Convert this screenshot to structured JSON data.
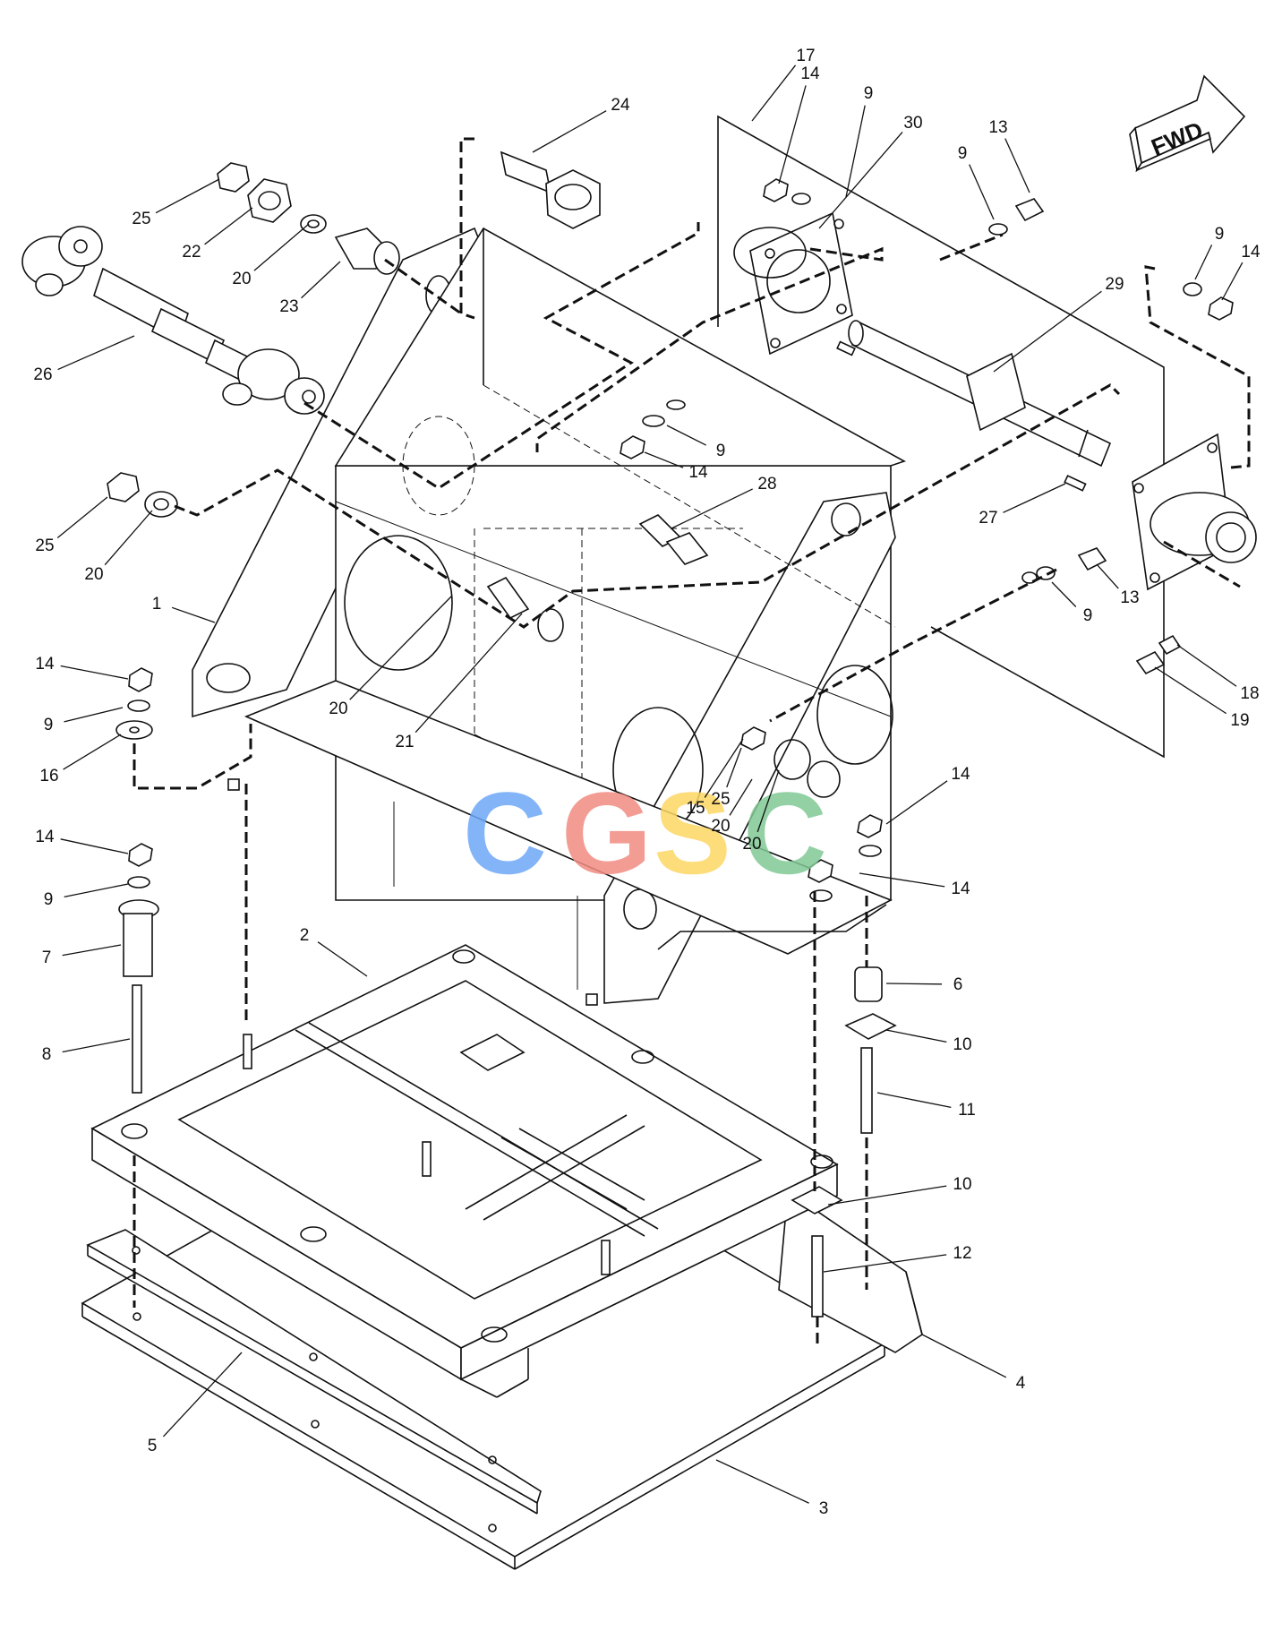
{
  "direction_arrow": "FWD",
  "watermark": {
    "text": "CGSC",
    "letters": [
      {
        "char": "C",
        "color": "#6ea8f7"
      },
      {
        "char": "G",
        "color": "#f28b82"
      },
      {
        "char": "S",
        "color": "#fdd663"
      },
      {
        "char": "C",
        "color": "#81c995"
      }
    ]
  },
  "callouts": [
    "1",
    "2",
    "3",
    "4",
    "5",
    "6",
    "7",
    "8",
    "9",
    "9",
    "9",
    "9",
    "9",
    "9",
    "9",
    "10",
    "10",
    "11",
    "12",
    "13",
    "13",
    "14",
    "14",
    "14",
    "14",
    "14",
    "14",
    "14",
    "15",
    "16",
    "17",
    "18",
    "19",
    "20",
    "20",
    "20",
    "20",
    "20",
    "21",
    "22",
    "23",
    "24",
    "25",
    "25",
    "25",
    "26",
    "27",
    "28",
    "29",
    "30"
  ]
}
